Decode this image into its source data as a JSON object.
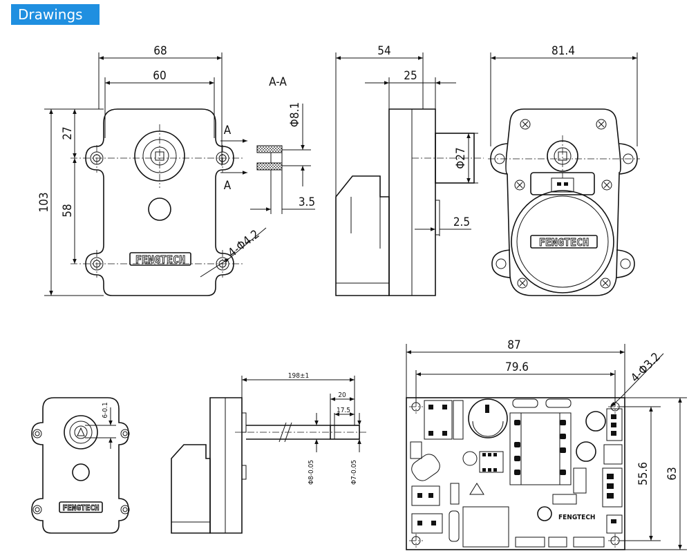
{
  "header": {
    "title": "Drawings"
  },
  "brand": {
    "logo": "FENGTECH"
  },
  "front_view": {
    "dim_width_outer": "68",
    "dim_width_holes": "60",
    "dim_height_total": "103",
    "dim_top_to_hole": "27",
    "dim_hole_spacing": "58",
    "dim_holes": "4-Φ4.2",
    "section_mark": "A"
  },
  "section_view": {
    "title": "A-A",
    "dim_bore": "Φ8.1",
    "dim_depth": "3.5"
  },
  "side_view": {
    "dim_depth_total": "54",
    "dim_shaft_region": "25",
    "dim_shaft_dia": "Φ27",
    "dim_shaft_step": "2.5"
  },
  "back_view": {
    "dim_width": "81.4"
  },
  "small_front_view": {
    "dim_flat": "6-0.1"
  },
  "shaft_view": {
    "dim_length": "198±1",
    "dim_20": "20",
    "dim_17_5": "17.5",
    "dim_dia_8": "Φ8-0.05",
    "dim_dia_7": "Φ7-0.05"
  },
  "pcb_view": {
    "dim_87": "87",
    "dim_79_6": "79.6",
    "dim_holes": "4-Φ3.2",
    "dim_55_6": "55.6",
    "dim_63": "63",
    "logo": "FENGTECH"
  }
}
